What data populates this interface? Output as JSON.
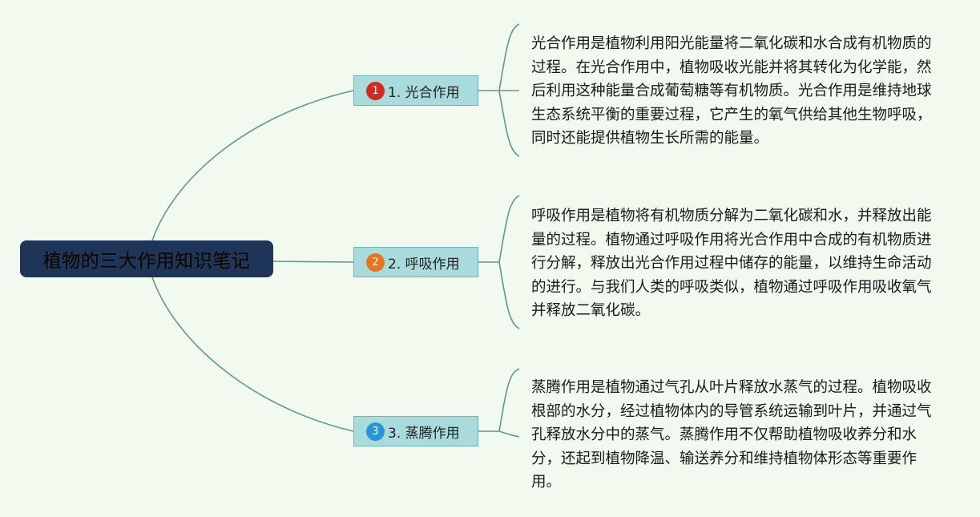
{
  "mindmap": {
    "root_label": "植物的三大作用知识笔记",
    "colors": {
      "background": "#f2f9ef",
      "root_fill": "#1e3459",
      "branch_fill": "#a9dbdc",
      "connector": "#5f9a8c"
    },
    "branches": [
      {
        "badge": "1",
        "badge_color": "#d42a1e",
        "label": "1. 光合作用",
        "note": "光合作用是植物利用阳光能量将二氧化碳和水合成有机物质的过程。在光合作用中，植物吸收光能并将其转化为化学能，然后利用这种能量合成葡萄糖等有机物质。光合作用是维持地球生态系统平衡的重要过程，它产生的氧气供给其他生物呼吸，同时还能提供植物生长所需的能量。"
      },
      {
        "badge": "2",
        "badge_color": "#e8741e",
        "label": "2. 呼吸作用",
        "note": "呼吸作用是植物将有机物质分解为二氧化碳和水，并释放出能量的过程。植物通过呼吸作用将光合作用中合成的有机物质进行分解，释放出光合作用过程中储存的能量，以维持生命活动的进行。与我们人类的呼吸类似，植物通过呼吸作用吸收氧气并释放二氧化碳。"
      },
      {
        "badge": "3",
        "badge_color": "#2596d8",
        "label": "3. 蒸腾作用",
        "note": "蒸腾作用是植物通过气孔从叶片释放水蒸气的过程。植物吸收根部的水分，经过植物体内的导管系统运输到叶片，并通过气孔释放水分中的蒸气。蒸腾作用不仅帮助植物吸收养分和水分，还起到植物降温、输送养分和维持植物体形态等重要作用。"
      }
    ]
  }
}
